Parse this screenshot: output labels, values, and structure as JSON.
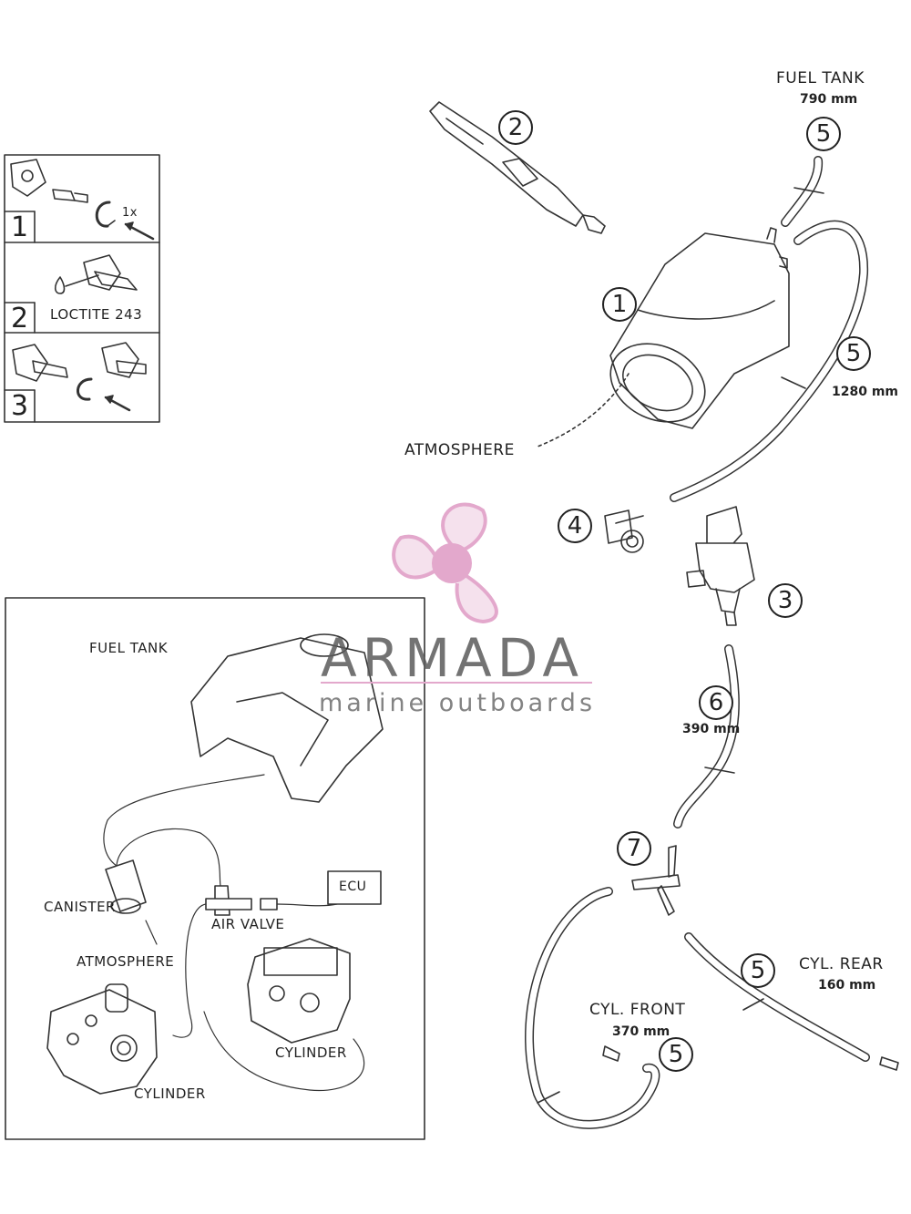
{
  "steps_panel": {
    "steps": [
      {
        "number": "1",
        "note": "1x"
      },
      {
        "number": "2",
        "note": "LOCTITE 243"
      },
      {
        "number": "3",
        "note": ""
      }
    ]
  },
  "main_diagram": {
    "fuel_tank_label": "FUEL TANK",
    "fuel_tank_length": "790 mm",
    "atmosphere_label": "ATMOSPHERE",
    "hose_1280": "1280 mm",
    "hose_390": "390 mm",
    "cyl_rear_label": "CYL. REAR",
    "cyl_rear_length": "160 mm",
    "cyl_front_label": "CYL. FRONT",
    "cyl_front_length": "370 mm",
    "callouts": {
      "c1": "1",
      "c2": "2",
      "c3": "3",
      "c4": "4",
      "c5a": "5",
      "c5b": "5",
      "c5c": "5",
      "c5d": "5",
      "c6": "6",
      "c7": "7"
    }
  },
  "inset_diagram": {
    "fuel_tank_label": "FUEL TANK",
    "canister_label": "CANISTER",
    "air_valve_label": "AIR VALVE",
    "ecu_label": "ECU",
    "atmosphere_label": "ATMOSPHERE",
    "cylinder_label_1": "CYLINDER",
    "cylinder_label_2": "CYLINDER"
  },
  "watermark": {
    "title": "ARMADA",
    "subtitle": "marine outboards",
    "colors": {
      "logo": "#e3a8cc",
      "text": "#5a5a5a"
    }
  }
}
